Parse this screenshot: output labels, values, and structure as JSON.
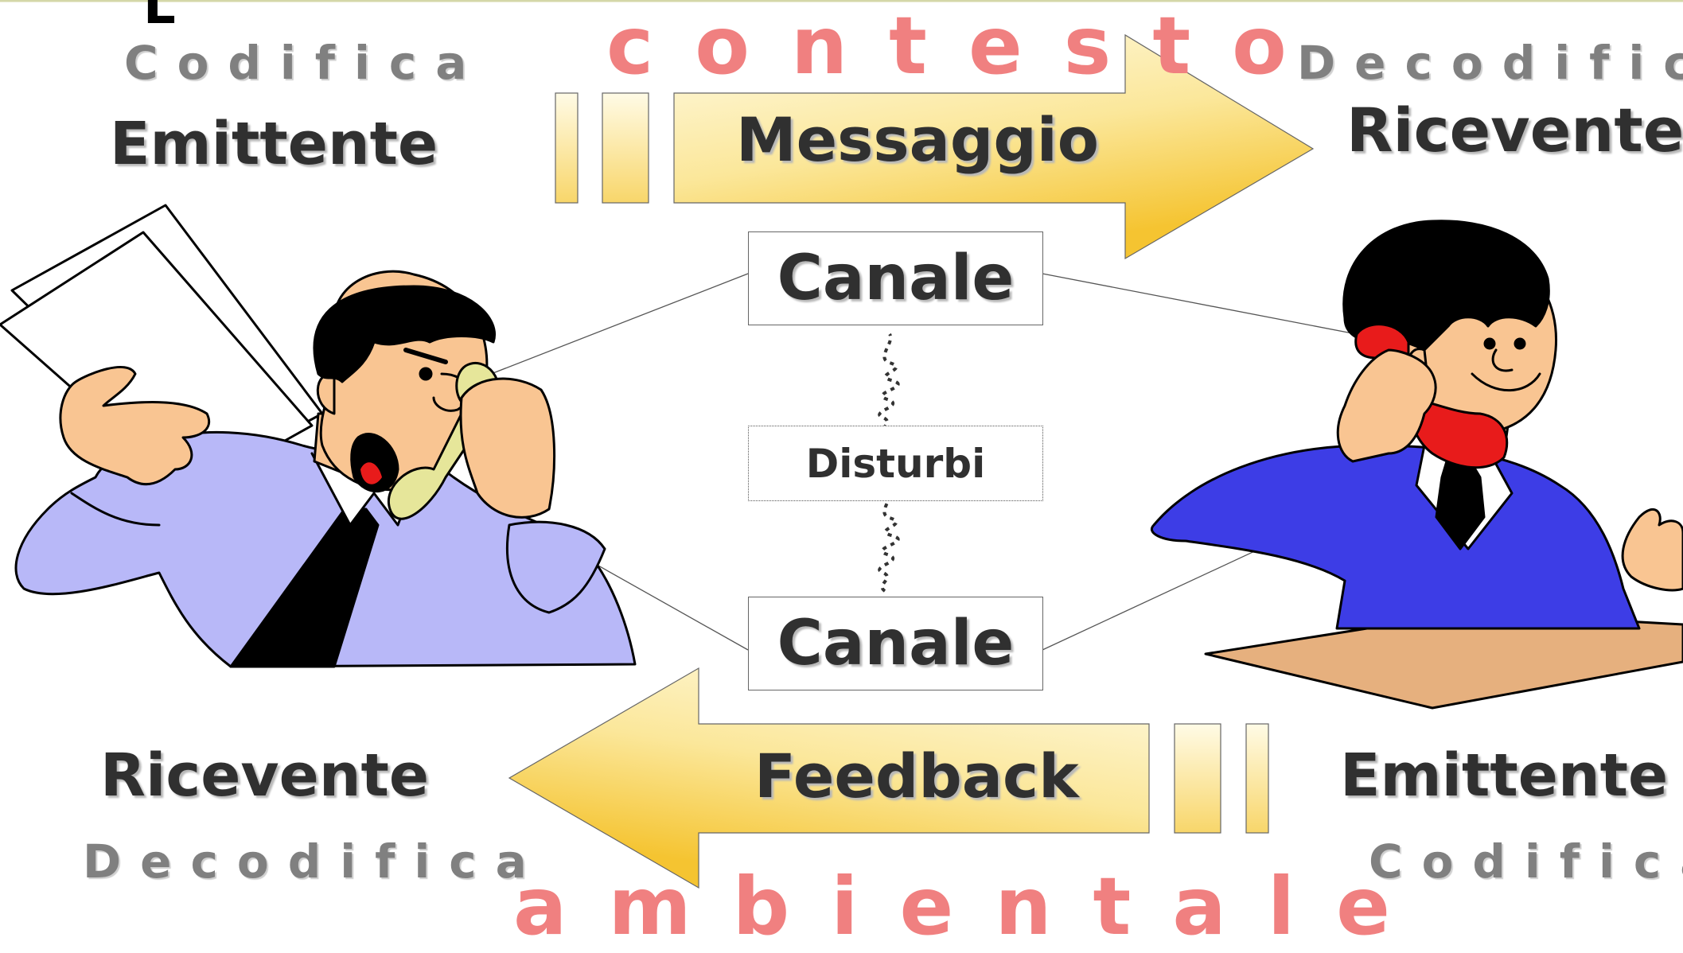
{
  "context_top": "contesto",
  "context_bottom": "ambientale",
  "top_left": {
    "process": "Codifica",
    "role": "Emittente"
  },
  "top_right": {
    "process": "Decodifica",
    "role": "Ricevente"
  },
  "bottom_left": {
    "role": "Ricevente",
    "process": "Decodifica"
  },
  "bottom_right": {
    "role": "Emittente",
    "process": "Codifica"
  },
  "message_label": "Messaggio",
  "feedback_label": "Feedback",
  "channel_top": "Canale",
  "channel_bottom": "Canale",
  "noise_label": "Disturbi",
  "corner_letter": "L",
  "colors": {
    "context_text": "#f08080",
    "arrow_gradient_light": "#fffbe6",
    "arrow_gradient_dark": "#f5c431",
    "sender_shirt": "#b8b8f8",
    "receiver_jacket": "#3d3de6",
    "phone_sender": "#e6e69a",
    "phone_receiver": "#e81b1b",
    "skin": "#f9c592",
    "desk": "#e6b07e"
  }
}
